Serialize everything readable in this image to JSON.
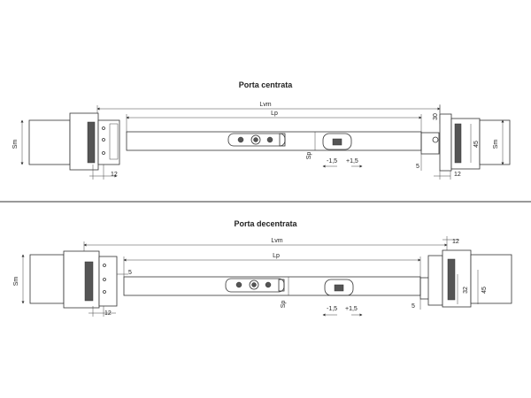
{
  "diagrams": [
    {
      "title": "Porta centrata",
      "labels": {
        "lvm": "Lvm",
        "lp": "Lp",
        "sm_left": "Sm",
        "sm_right": "Sm",
        "sp": "Sp",
        "minus": "-1,5",
        "plus": "+1,5",
        "left_12": "12",
        "right_12": "12",
        "right_30": "30",
        "right_45": "45",
        "right_5": "5"
      }
    },
    {
      "title": "Porta decentrata",
      "labels": {
        "lvm": "Lvm",
        "lp": "Lp",
        "sm_left": "Sm",
        "sp": "Sp",
        "minus": "-1,5",
        "plus": "+1,5",
        "left_12": "12",
        "left_5": "5",
        "right_12": "12",
        "right_32": "32",
        "right_45": "45",
        "right_5": "5"
      }
    }
  ]
}
